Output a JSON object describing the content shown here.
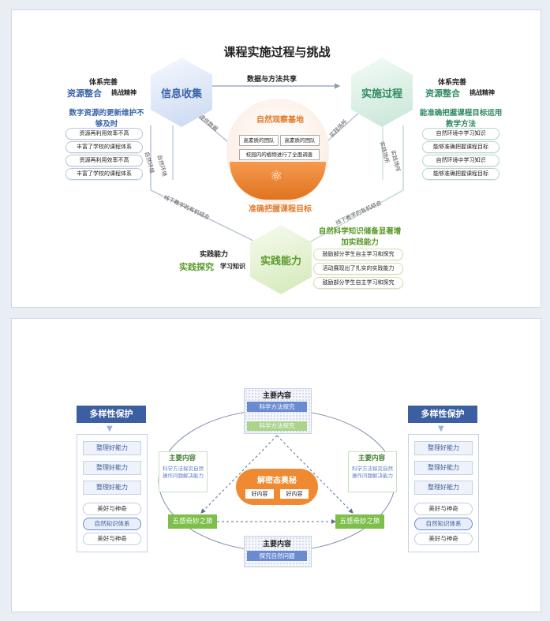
{
  "top": {
    "title": "课程实施过程与挑战",
    "center_arrow_label": "数据与方法共享",
    "hex_left": "信息收集",
    "hex_right": "实施过程",
    "hex_bottom": "实践能力",
    "left": {
      "title": "体系完善",
      "kw1": "资源整合",
      "kw2": "挑战精神",
      "heading": "数字资源的更新维护不够及时",
      "items": [
        "资源再利用效率不高",
        "丰富了学校的课程体系",
        "资源再利用效率不高",
        "丰富了学校的课程体系"
      ]
    },
    "right": {
      "title": "体系完善",
      "kw1": "资源整合",
      "kw2": "挑战精神",
      "heading": "能准确把握课程目标运用教学方法",
      "items": [
        "自然环境中学习知识",
        "能够准确把握课程目标",
        "自然环境中学习知识",
        "能够准确把握课程目标"
      ]
    },
    "bottom_left": {
      "title": "实践能力",
      "kw1": "实践探究",
      "kw2": "学习知识"
    },
    "bottom_right": {
      "heading": "自然科学知识储备显著增加实践能力",
      "items": [
        "鼓励部分学生自主学习和探究",
        "活动展现出了扎实的实践能力",
        "鼓励部分学生自主学习和探究"
      ]
    },
    "bowl": {
      "title": "自然观察基地",
      "cell1": "高素质的团队",
      "cell2": "高素质的团队",
      "cell3": "校园内的植物进行了全面调查",
      "caption": "准确把握课程目标"
    },
    "edges": {
      "left_in": "提供数据",
      "right_in": "实践场所",
      "left_up1": "自然环境",
      "left_up2": "自然环境",
      "right_up1": "实践场所",
      "right_up2": "实践场所",
      "bottom_left": "线下教学的有机结合",
      "bottom_right": "线下教学的有机结合"
    }
  },
  "bottom": {
    "left_panel": {
      "header": "多样性保护",
      "levels": [
        "整理好能力",
        "整理好能力",
        "整理好能力"
      ],
      "ovals": [
        "美好与神奇",
        "自然知识体系",
        "美好与神奇"
      ]
    },
    "right_panel": {
      "header": "多样性保护",
      "levels": [
        "整理好能力",
        "整理好能力",
        "整理好能力"
      ],
      "ovals": [
        "美好与神奇",
        "自然知识体系",
        "美好与神奇"
      ]
    },
    "top_node": {
      "header": "主要内容",
      "line1": "科学方法探究",
      "line2": "科学方法探究"
    },
    "bottom_node": {
      "header": "主要内容",
      "line1": "探究自然问题"
    },
    "left_content": {
      "header": "主要内容",
      "text": "科学方法探究自然操作问题解决能力"
    },
    "right_content": {
      "header": "主要内容",
      "text": "科学方法探究自然操作问题解决能力"
    },
    "center": {
      "title": "解密态奥秘",
      "tag1": "好内容",
      "tag2": "好内容"
    },
    "left_green": "五感奇妙之旅",
    "right_green": "五感奇妙之旅"
  }
}
